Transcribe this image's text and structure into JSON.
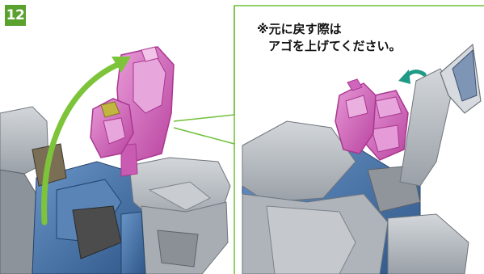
{
  "step": {
    "number": "12"
  },
  "note": {
    "line1": "※元に戻す際は",
    "line2": "アゴを上げてください。"
  },
  "colors": {
    "step_badge": "#5aa12e",
    "arrow_green": "#7ec43a",
    "arrow_teal": "#1f9a86",
    "highlight_pink": "#d25fbd",
    "panel_border": "#6fbf3a",
    "armor_gray": "#b9bec4",
    "armor_blue": "#3f6fa8"
  },
  "icons": [
    "curved-green-arrow-icon",
    "teal-rotation-arrow-icon"
  ]
}
